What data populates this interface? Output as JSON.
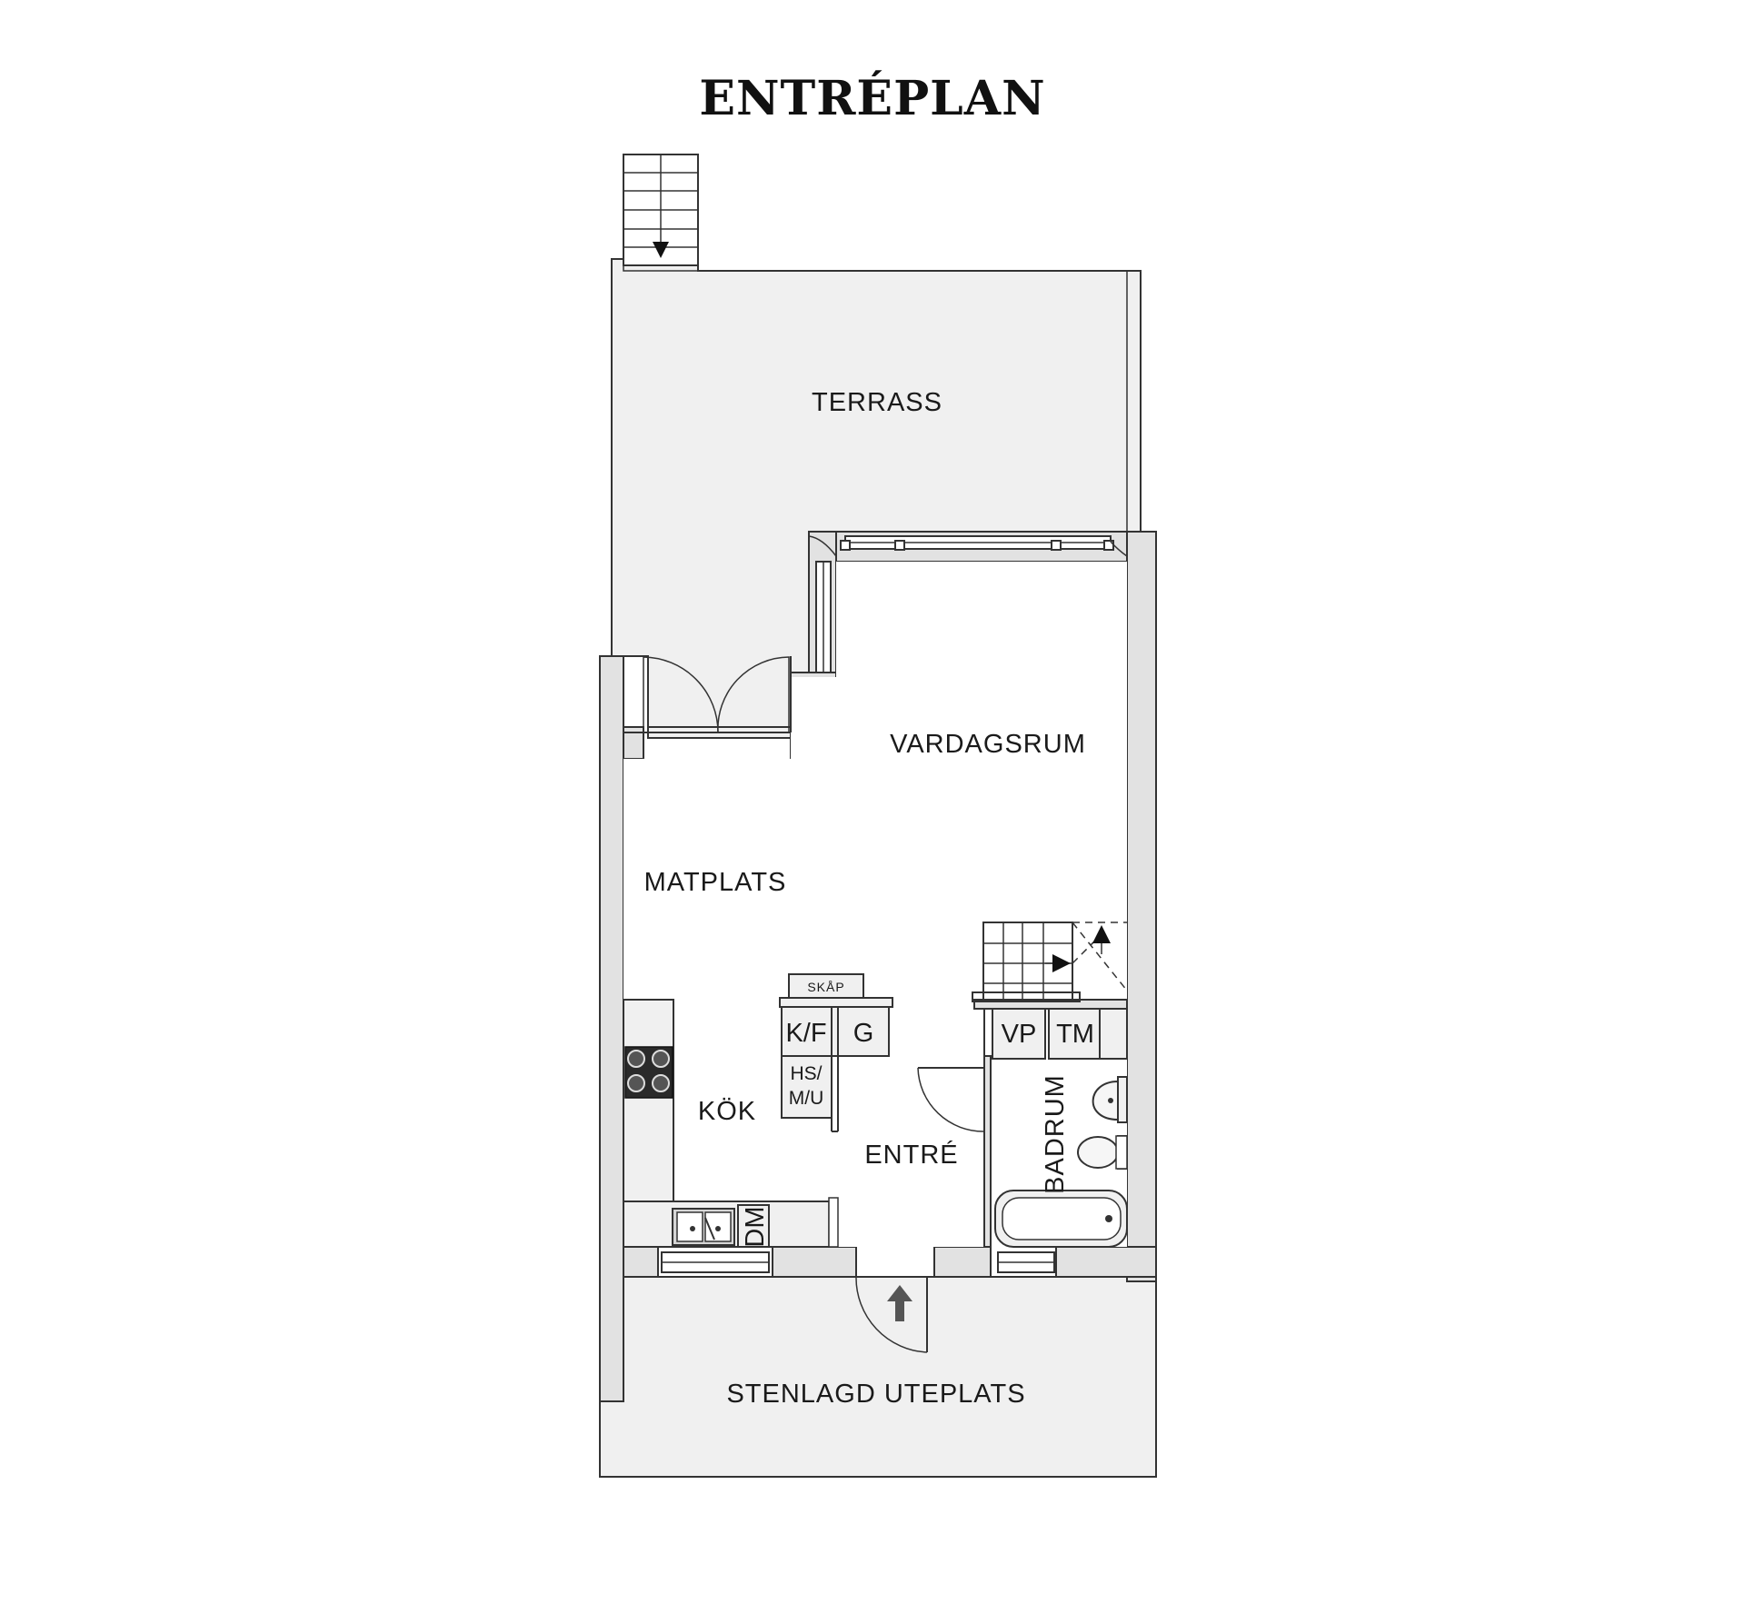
{
  "title": "ENTRÉPLAN",
  "rooms": {
    "terrass": "TERRASS",
    "vardagsrum": "VARDAGSRUM",
    "matplats": "MATPLATS",
    "kok": "KÖK",
    "entre": "ENTRÉ",
    "badrum": "BADRUM",
    "uteplats": "STENLAGD UTEPLATS"
  },
  "fixtures": {
    "skap": "SKÅP",
    "kf": "K/F",
    "g": "G",
    "hs": "HS/",
    "mu": "M/U",
    "vp": "VP",
    "tm": "TM",
    "dm": "DM"
  },
  "colors": {
    "outdoor_fill": "#f0f0f0",
    "wall_fill": "#e2e2e2",
    "line": "#333333"
  }
}
